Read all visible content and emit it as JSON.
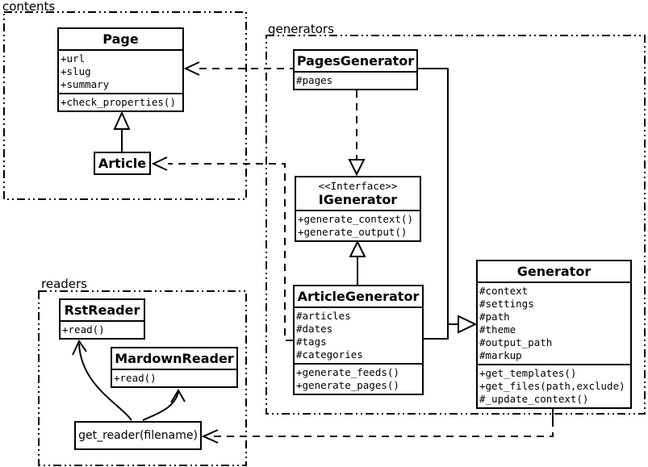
{
  "packages": {
    "contents": {
      "label": "contents"
    },
    "generators": {
      "label": "generators"
    },
    "readers": {
      "label": "readers"
    }
  },
  "classes": {
    "page": {
      "title": "Page",
      "attributes": [
        "+url",
        "+slug",
        "+summary"
      ],
      "methods": [
        "+check_properties()"
      ]
    },
    "article": {
      "title": "Article"
    },
    "pages_generator": {
      "title": "PagesGenerator",
      "attributes": [
        "#pages"
      ]
    },
    "igenerator": {
      "stereotype": "<<Interface>>",
      "title": "IGenerator",
      "methods": [
        "+generate_context()",
        "+generate_output()"
      ]
    },
    "article_generator": {
      "title": "ArticleGenerator",
      "attributes": [
        "#articles",
        "#dates",
        "#tags",
        "#categories"
      ],
      "methods": [
        "+generate_feeds()",
        "+generate_pages()"
      ]
    },
    "generator": {
      "title": "Generator",
      "attributes": [
        "#context",
        "#settings",
        "#path",
        "#theme",
        "#output_path",
        "#markup"
      ],
      "methods": [
        "+get_templates()",
        "+get_files(path,exclude)",
        "#_update_context()"
      ]
    },
    "rst_reader": {
      "title": "RstReader",
      "methods": [
        "+read()"
      ]
    },
    "mardown_reader": {
      "title": "MardownReader",
      "methods": [
        "+read()"
      ]
    },
    "get_reader": {
      "title": "get_reader(filename)"
    }
  },
  "relationships": [
    {
      "from": "Article",
      "to": "Page",
      "type": "inheritance-solid"
    },
    {
      "from": "PagesGenerator",
      "to": "Page",
      "type": "dependency-dashed"
    },
    {
      "from": "ArticleGenerator",
      "to": "Article",
      "type": "dependency-dashed"
    },
    {
      "from": "PagesGenerator",
      "to": "IGenerator",
      "type": "realization-dashed"
    },
    {
      "from": "ArticleGenerator",
      "to": "IGenerator",
      "type": "inheritance-solid"
    },
    {
      "from": "PagesGenerator",
      "to": "Generator",
      "type": "inheritance-solid"
    },
    {
      "from": "ArticleGenerator",
      "to": "Generator",
      "type": "inheritance-solid"
    },
    {
      "from": "Generator",
      "to": "get_reader(filename)",
      "type": "dependency-dashed"
    },
    {
      "from": "get_reader(filename)",
      "to": "RstReader",
      "type": "arrow-curved"
    },
    {
      "from": "get_reader(filename)",
      "to": "MardownReader",
      "type": "arrow-curved"
    }
  ],
  "colors": {
    "line": "#000000",
    "background": "#ffffff"
  }
}
